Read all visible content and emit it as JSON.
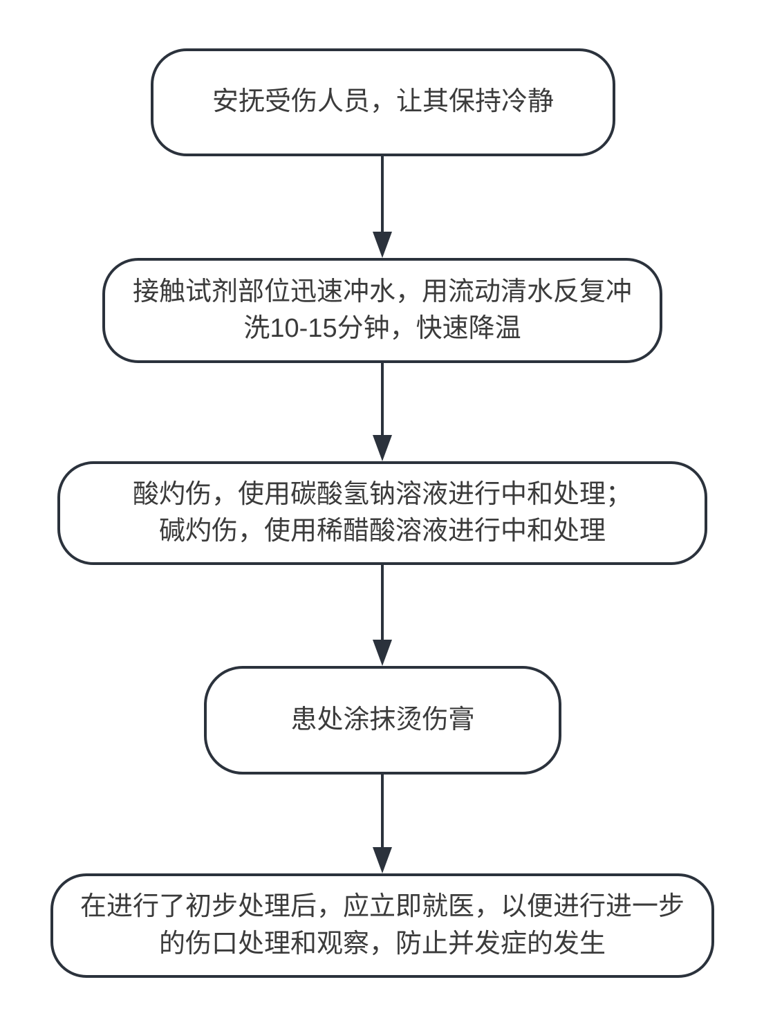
{
  "diagram": {
    "type": "flowchart",
    "direction": "top-down",
    "colors": {
      "stroke": "#2b323c",
      "text": "#3b3b3b",
      "node_fill": "#ffffff",
      "background": "#ffffff"
    },
    "nodes": [
      {
        "id": "step-1",
        "label": "安抚受伤人员，让其保持冷静"
      },
      {
        "id": "step-2",
        "label": "接触试剂部位迅速冲水，用流动清水反复冲\n洗10-15分钟，快速降温"
      },
      {
        "id": "step-3",
        "label": "酸灼伤，使用碳酸氢钠溶液进行中和处理；\n碱灼伤，使用稀醋酸溶液进行中和处理"
      },
      {
        "id": "step-4",
        "label": "患处涂抹烫伤膏"
      },
      {
        "id": "step-5",
        "label": "在进行了初步处理后，应立即就医，以便进行进一步\n的伤口处理和观察，防止并发症的发生"
      }
    ],
    "edges": [
      {
        "from": "step-1",
        "to": "step-2"
      },
      {
        "from": "step-2",
        "to": "step-3"
      },
      {
        "from": "step-3",
        "to": "step-4"
      },
      {
        "from": "step-4",
        "to": "step-5"
      }
    ]
  }
}
